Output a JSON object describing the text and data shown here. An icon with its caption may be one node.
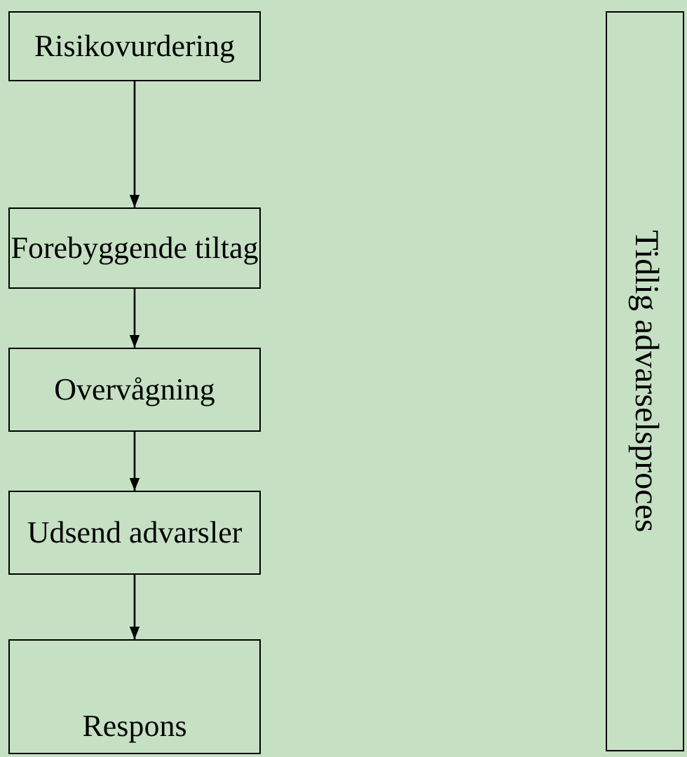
{
  "diagram": {
    "nodes": [
      {
        "text": [
          "Risikovurdering"
        ]
      },
      {
        "text": [
          "Forebyggende tiltag"
        ]
      },
      {
        "text": [
          "Overvågning"
        ]
      },
      {
        "text": [
          "Udsend advarsler"
        ]
      },
      {
        "text": [
          "Respons"
        ]
      },
      {
        "text": [
          "Tidlig advarselsproces"
        ]
      }
    ],
    "edges": [
      {
        "from": 0,
        "to": 1,
        "arrow": "to"
      },
      {
        "from": 1,
        "to": 2,
        "arrow": "to"
      },
      {
        "from": 2,
        "to": 3,
        "arrow": "to"
      },
      {
        "from": 3,
        "to": 4,
        "arrow": "to"
      }
    ]
  }
}
